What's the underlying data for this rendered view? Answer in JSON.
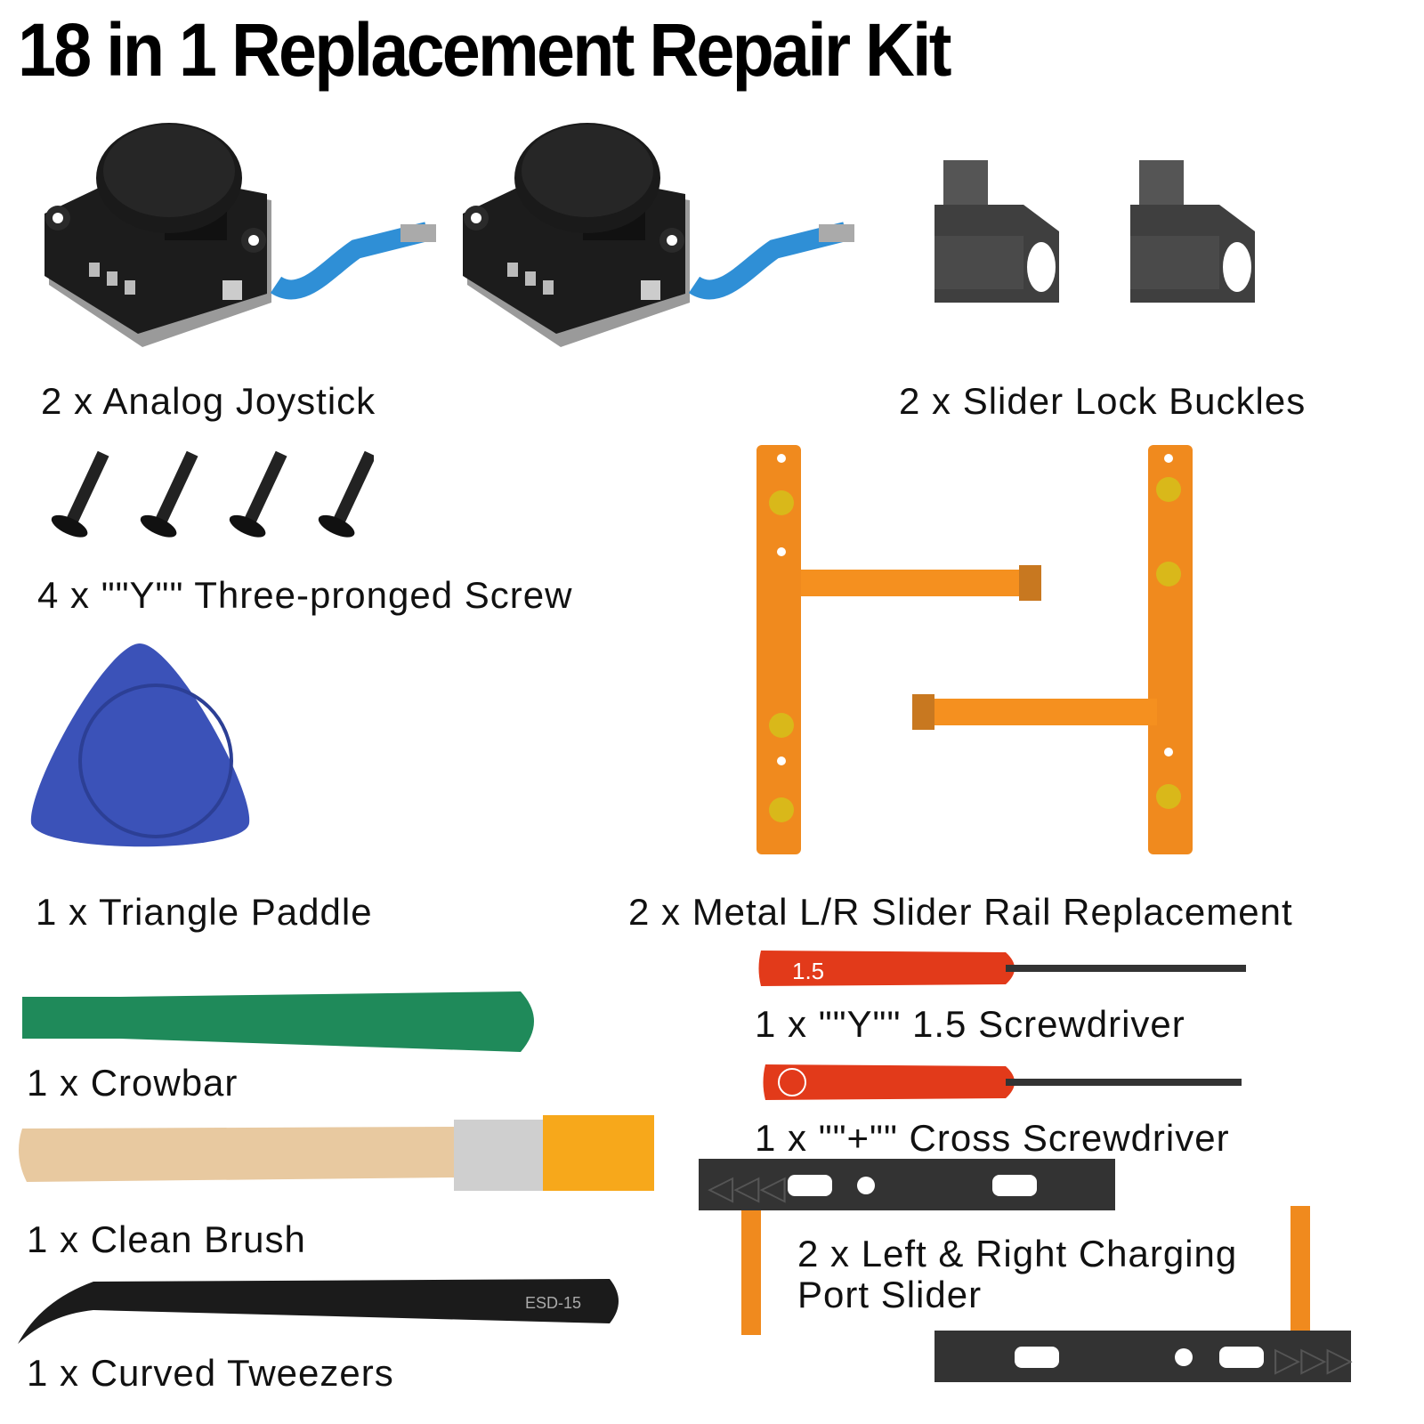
{
  "title": "18 in 1 Replacement Repair Kit",
  "items": {
    "joystick": "2 x Analog Joystick",
    "slider_lock": "2 x Slider Lock Buckles",
    "screw": "4 x \"\"Y\"\" Three-pronged Screw",
    "paddle": "1 x Triangle Paddle",
    "slider_rail": "2 x Metal L/R Slider Rail Replacement",
    "y_screwdriver": "1 x \"\"Y\"\" 1.5 Screwdriver",
    "crowbar": "1 x Crowbar",
    "cross_screwdriver": "1 x \"\"+\"\" Cross Screwdriver",
    "brush": "1 x Clean Brush",
    "charging_slider_line1": "2 x Left & Right Charging",
    "charging_slider_line2": "Port Slider",
    "tweezers": "1 x Curved Tweezers"
  },
  "print": {
    "y_driver_mark": "1.5",
    "tweezers_mark": "ESD-15"
  },
  "colors": {
    "joystick": "#1c1c1c",
    "flex_cable": "#2f8fd6",
    "buckle": "#3f3f3f",
    "paddle": "#3b52b8",
    "rail": "#f08a1e",
    "button": "#d9b81a",
    "screwdriver": "#e23a1a",
    "crowbar": "#1f8a5a",
    "brush_handle": "#e8c9a0",
    "bristles": "#f7a81b"
  }
}
